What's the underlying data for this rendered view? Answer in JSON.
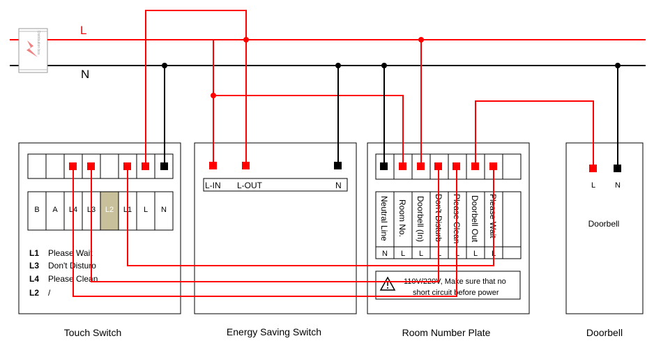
{
  "mains": {
    "live_label": "L",
    "neutral_label": "N"
  },
  "breaker": {
    "text": "Distribution box"
  },
  "touch_switch": {
    "title": "Touch Switch",
    "terminals": [
      "B",
      "A",
      "L4",
      "L3",
      "L2",
      "L1",
      "L",
      "N"
    ],
    "legend": [
      {
        "key": "L1",
        "text": "Please Wait"
      },
      {
        "key": "L3",
        "text": "Don't Disturo"
      },
      {
        "key": "L4",
        "text": "Please Clean"
      },
      {
        "key": "L2",
        "text": "/"
      }
    ]
  },
  "energy_switch": {
    "title": "Energy Saving Switch",
    "terminal_in": "L-IN",
    "terminal_out": "L-OUT",
    "terminal_n": "N"
  },
  "room_plate": {
    "title": "Room Number Plate",
    "columns": [
      "Neutral Line",
      "Room No.",
      "Doorbell (In)",
      "Don't Disturb",
      "Please Clean",
      "Doorbell Out",
      "Please Wait"
    ],
    "column_codes": [
      "N",
      "L",
      "L",
      "L",
      "L",
      "L",
      "L"
    ],
    "warning_line1": "110V/220V,   Make sure that no",
    "warning_line2": "short circuit before power"
  },
  "doorbell": {
    "title": "Doorbell",
    "label": "Doorbell",
    "terminal_l": "L",
    "terminal_n": "N"
  },
  "colors": {
    "live": "#ff0000",
    "neutral": "#000000",
    "highlight": "#c8c09a"
  }
}
